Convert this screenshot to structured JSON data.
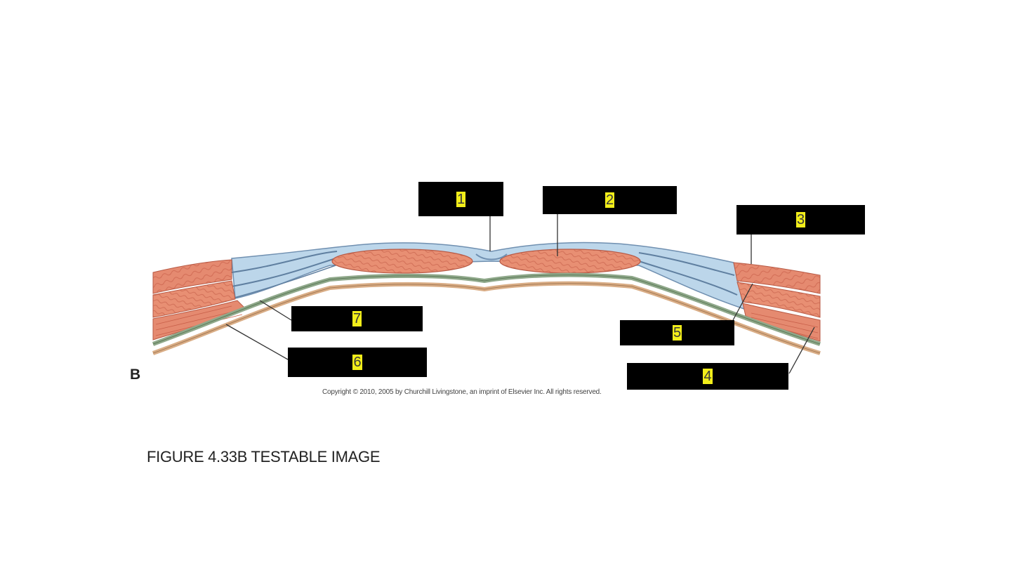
{
  "diagram": {
    "panel_letter": "B",
    "copyright": "Copyright © 2010, 2005 by Churchill Livingstone, an imprint of Elsevier Inc. All rights reserved.",
    "colors": {
      "muscle": "#e58a70",
      "muscle_stripe": "#c9604a",
      "aponeurosis": "#bcd6ea",
      "aponeurosis_line": "#6f8fb0",
      "fascia_green": "#8fa88a",
      "peritoneum_tan": "#d9ad86",
      "label_box": "#000000",
      "label_number_highlight": "#f2ee1a"
    },
    "labels": [
      "1",
      "2",
      "3",
      "4",
      "5",
      "6",
      "7"
    ]
  },
  "caption": "FIGURE 4.33B TESTABLE IMAGE"
}
